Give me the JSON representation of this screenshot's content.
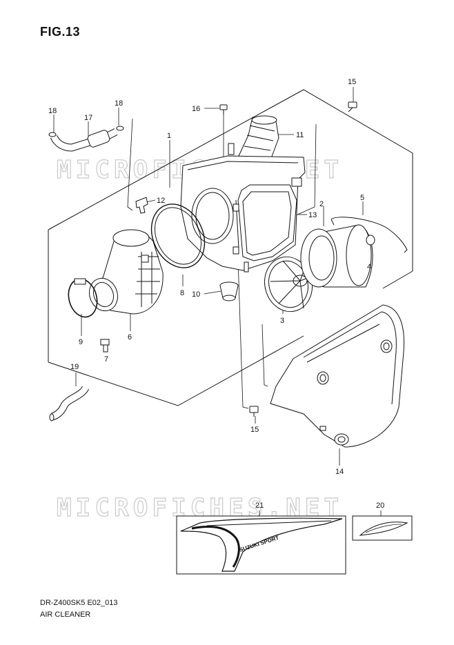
{
  "figure": {
    "title": "FIG.13",
    "model_code": "DR-Z400SK5 E02_013",
    "caption": "AIR CLEANER"
  },
  "watermark": "MICROFICHES.NET",
  "decal_text": "SUZUKI SPORT",
  "callouts": [
    "1",
    "2",
    "3",
    "4",
    "5",
    "6",
    "7",
    "8",
    "9",
    "10",
    "11",
    "12",
    "13",
    "14",
    "15",
    "15",
    "16",
    "17",
    "18",
    "18",
    "19",
    "20",
    "21"
  ]
}
